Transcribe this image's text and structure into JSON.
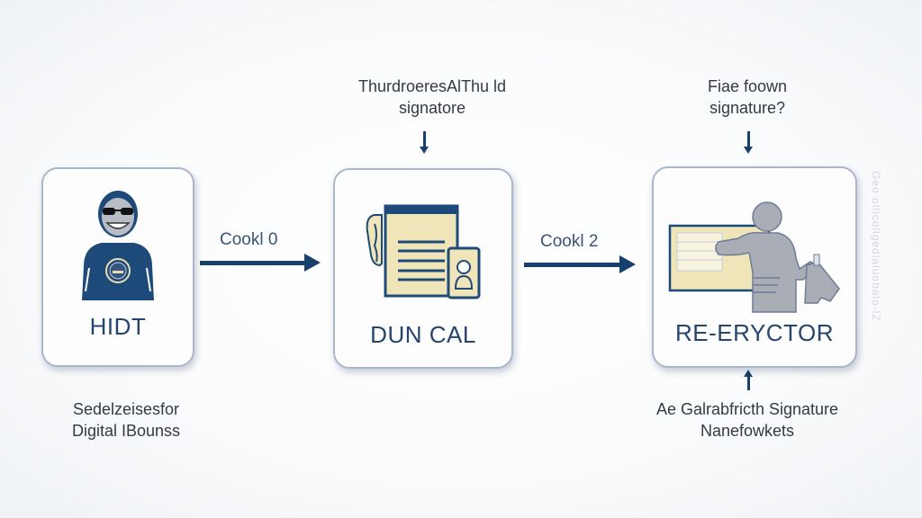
{
  "nodes": [
    {
      "id": "hidt",
      "label": "HIDT",
      "icon": "hacker-person-icon"
    },
    {
      "id": "duncal",
      "label": "DUN CAL",
      "icon": "document-phone-icon"
    },
    {
      "id": "re-eryctor",
      "label": "RE-ERYCTOR",
      "icon": "person-at-terminal-icon"
    }
  ],
  "edges": [
    {
      "from": "hidt",
      "to": "duncal",
      "label": "Cookl 0"
    },
    {
      "from": "duncal",
      "to": "re-eryctor",
      "label": "Cookl 2"
    }
  ],
  "annotations": {
    "top_middle": [
      "ThurdroeresAlThu ld",
      "signatore"
    ],
    "top_right": [
      "Fiae foown",
      "signature?"
    ],
    "bottom_left": [
      "Sedelzeisesfor",
      "Digital IBounss"
    ],
    "bottom_right": [
      "Ae Galrabfricth Signature",
      "Nanefowkets"
    ]
  },
  "side_text": "Geo ollicollgedlaluobalo-lZ",
  "colors": {
    "primary": "#17406d",
    "border": "#a9b7cb",
    "accent_fill": "#efe5b8",
    "figure_gray": "#a9adb6"
  }
}
